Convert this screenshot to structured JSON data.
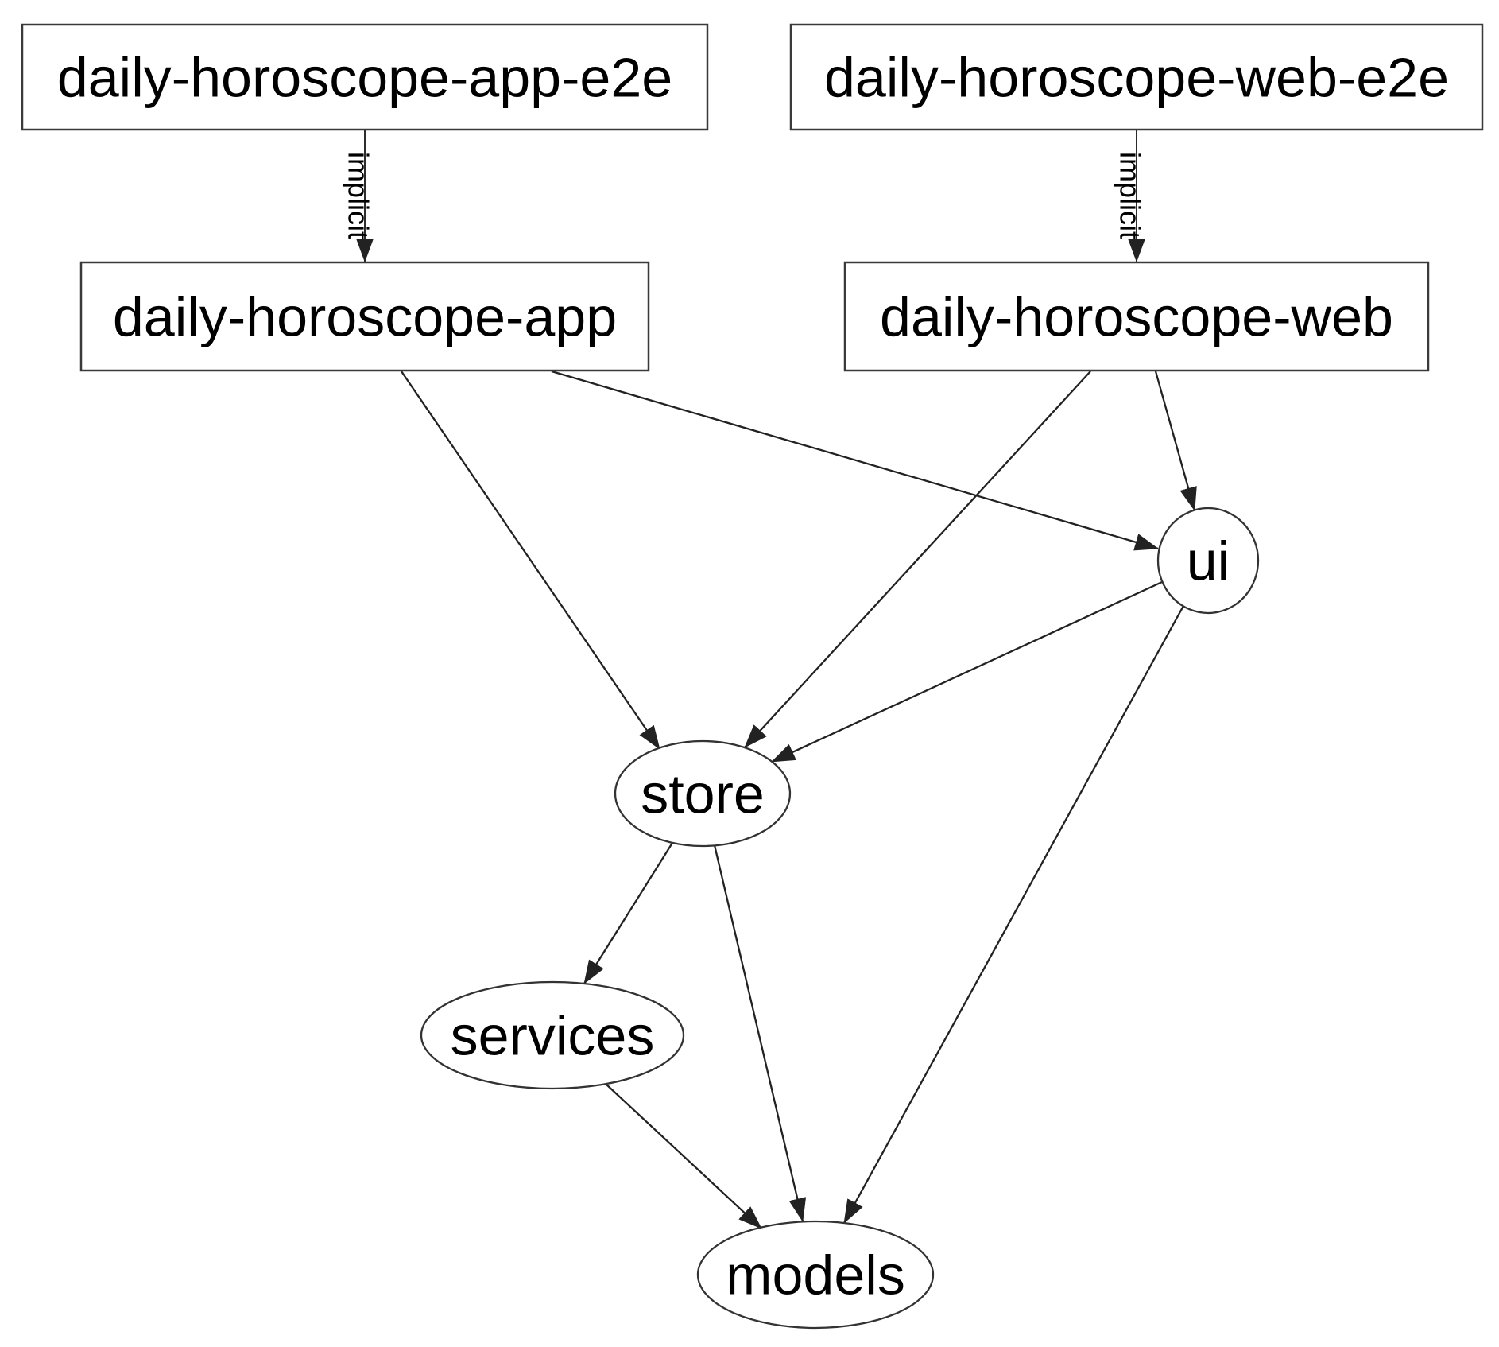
{
  "diagram": {
    "kind": "dependency-graph",
    "background_color": "#ffffff",
    "node_border_color": "#3a3a3a",
    "edge_color": "#222222",
    "text_color": "#000000",
    "nodes": [
      {
        "id": "daily-horoscope-app-e2e",
        "label": "daily-horoscope-app-e2e",
        "shape": "box"
      },
      {
        "id": "daily-horoscope-web-e2e",
        "label": "daily-horoscope-web-e2e",
        "shape": "box"
      },
      {
        "id": "daily-horoscope-app",
        "label": "daily-horoscope-app",
        "shape": "box"
      },
      {
        "id": "daily-horoscope-web",
        "label": "daily-horoscope-web",
        "shape": "box"
      },
      {
        "id": "ui",
        "label": "ui",
        "shape": "ellipse"
      },
      {
        "id": "store",
        "label": "store",
        "shape": "ellipse"
      },
      {
        "id": "services",
        "label": "services",
        "shape": "ellipse"
      },
      {
        "id": "models",
        "label": "models",
        "shape": "ellipse"
      }
    ],
    "edges": [
      {
        "from": "daily-horoscope-app-e2e",
        "to": "daily-horoscope-app",
        "label": "implicit"
      },
      {
        "from": "daily-horoscope-web-e2e",
        "to": "daily-horoscope-web",
        "label": "implicit"
      },
      {
        "from": "daily-horoscope-app",
        "to": "store",
        "label": ""
      },
      {
        "from": "daily-horoscope-app",
        "to": "ui",
        "label": ""
      },
      {
        "from": "daily-horoscope-web",
        "to": "store",
        "label": ""
      },
      {
        "from": "daily-horoscope-web",
        "to": "ui",
        "label": ""
      },
      {
        "from": "ui",
        "to": "store",
        "label": ""
      },
      {
        "from": "ui",
        "to": "models",
        "label": ""
      },
      {
        "from": "store",
        "to": "services",
        "label": ""
      },
      {
        "from": "store",
        "to": "models",
        "label": ""
      },
      {
        "from": "services",
        "to": "models",
        "label": ""
      }
    ]
  }
}
